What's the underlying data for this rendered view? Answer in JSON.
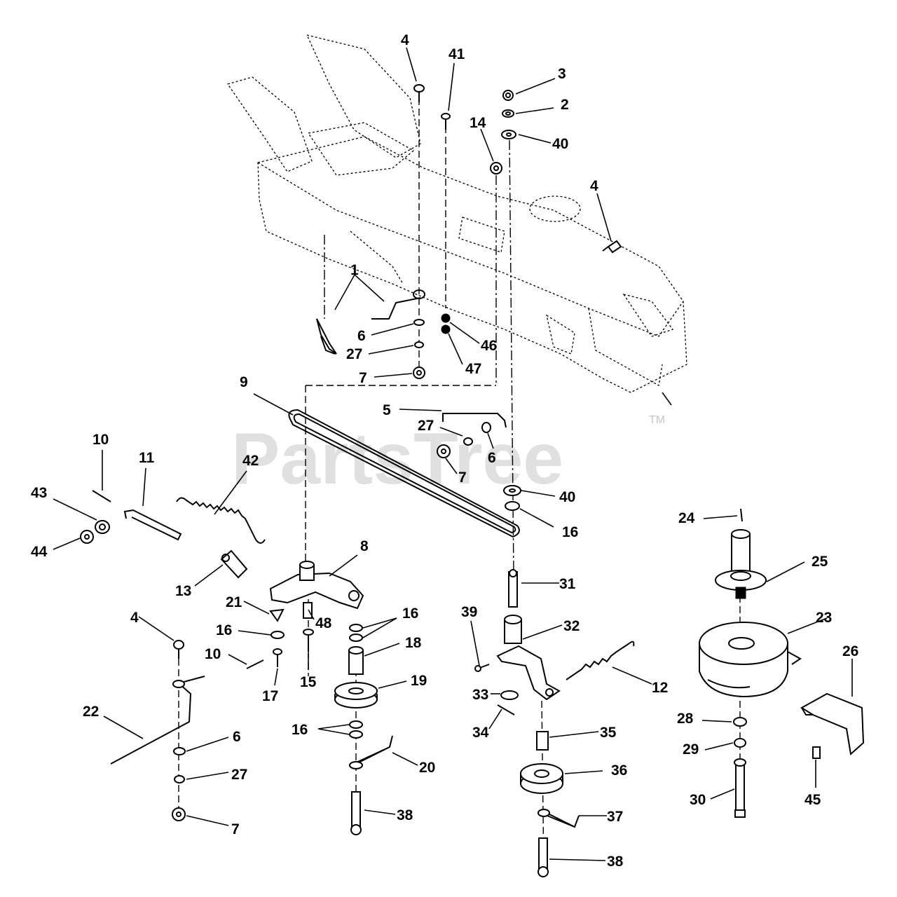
{
  "watermark": "PartsTree",
  "trademark": "TM",
  "callouts": {
    "c1": "1",
    "c2": "2",
    "c3": "3",
    "c4a": "4",
    "c4b": "4",
    "c4c": "4",
    "c5": "5",
    "c6a": "6",
    "c6b": "6",
    "c6c": "6",
    "c7a": "7",
    "c7b": "7",
    "c7c": "7",
    "c8": "8",
    "c9": "9",
    "c10a": "10",
    "c10b": "10",
    "c11": "11",
    "c12": "12",
    "c13": "13",
    "c14": "14",
    "c15": "15",
    "c16a": "16",
    "c16b": "16",
    "c16c": "16",
    "c16d": "16",
    "c17": "17",
    "c18": "18",
    "c19": "19",
    "c20": "20",
    "c21": "21",
    "c22": "22",
    "c23": "23",
    "c24": "24",
    "c25": "25",
    "c26": "26",
    "c27a": "27",
    "c27b": "27",
    "c27c": "27",
    "c28": "28",
    "c29": "29",
    "c30": "30",
    "c31": "31",
    "c32": "32",
    "c33": "33",
    "c34": "34",
    "c35": "35",
    "c36": "36",
    "c37": "37",
    "c38a": "38",
    "c38b": "38",
    "c39": "39",
    "c40a": "40",
    "c40b": "40",
    "c41": "41",
    "c42": "42",
    "c43": "43",
    "c44": "44",
    "c45": "45",
    "c46": "46",
    "c47": "47",
    "c48": "48"
  }
}
